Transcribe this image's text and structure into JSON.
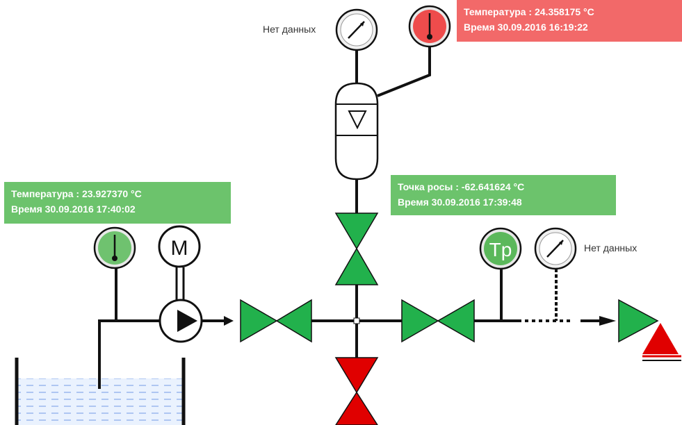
{
  "colors": {
    "green": "#22b14c",
    "red": "#e00000",
    "panel_green": "#6cc36c",
    "panel_red": "#f26969",
    "gauge_green": "#6fc26f",
    "gauge_red": "#ee4c4c",
    "line": "#111111",
    "water_dash": "#9ab8ee",
    "water_bg": "#eaf2fe"
  },
  "panels": {
    "top_temp": {
      "line1": "Температура : 24.358175 °C",
      "line2": "Время 30.09.2016 16:19:22",
      "status": "alarm"
    },
    "left_temp": {
      "line1": "Температура : 23.927370 °C",
      "line2": "Время 30.09.2016 17:40:02",
      "status": "ok"
    },
    "dew_point": {
      "line1": "Точка росы : -62.641624 °C",
      "line2": "Время 30.09.2016 17:39:48",
      "status": "ok"
    }
  },
  "labels": {
    "top_pressure_nodata": "Нет данных",
    "right_pressure_nodata": "Нет данных"
  },
  "instruments": {
    "motor_letter": "M",
    "dewpoint_sensor_letters": "Tp"
  },
  "icons": {
    "pressure_gauge": "gauge-needle-icon",
    "thermometer": "thermometer-icon",
    "motor": "motor-icon",
    "pump": "pump-icon",
    "valve": "valve-icon",
    "filter_vessel": "filter-vessel-icon",
    "tank": "tank-icon"
  }
}
